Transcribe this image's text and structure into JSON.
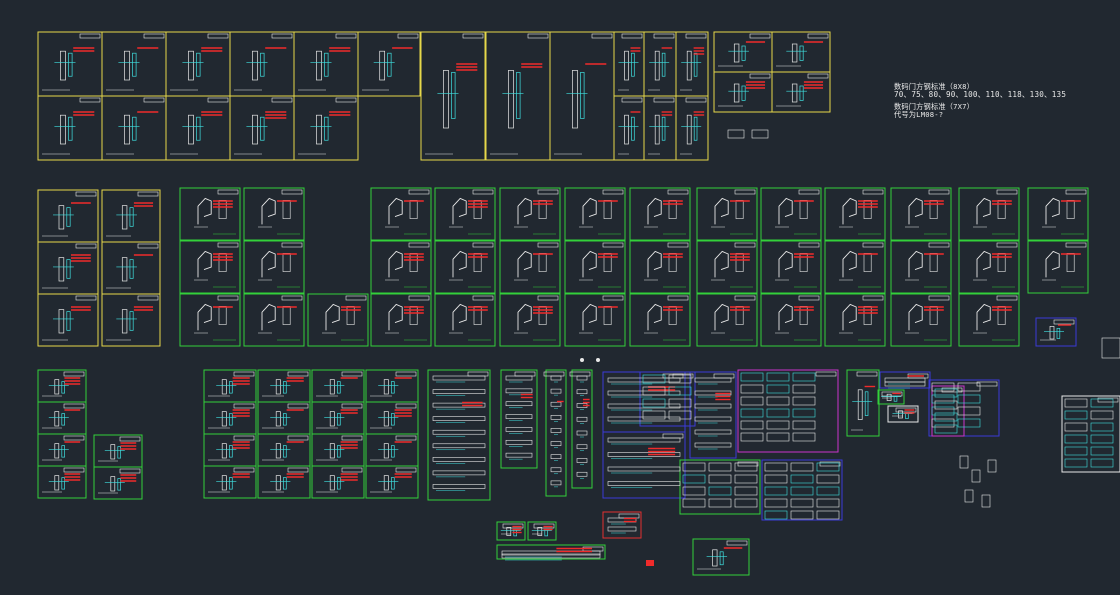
{
  "notes": {
    "line1": "数码门方钢标准（8X8）",
    "line2": "70、75、80、90、100、110、118、130、135",
    "line3": "数码门方钢标准（7X7）",
    "line4": "代号为LM08-?"
  },
  "colors": {
    "background": "#212830",
    "frame_yellow": "#e6d84a",
    "frame_green": "#33d13a",
    "frame_blue": "#3a3ad8",
    "frame_magenta": "#cc33cc",
    "frame_red": "#e23030",
    "frame_white": "#e8e8e8",
    "line_cyan": "#3fe0e0",
    "text_red": "#f02b2b"
  }
}
